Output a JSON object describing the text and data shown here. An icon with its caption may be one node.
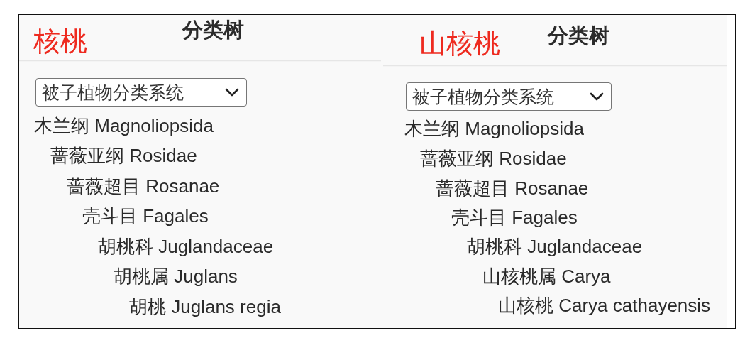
{
  "diagram": {
    "labels": [
      "核桃",
      "分类树",
      "被子植物分类系统",
      "木兰纲 Magnoliopsida",
      "蔷薇亚纲 Rosidae",
      "蔷薇超目 Rosanae",
      "壳斗目 Fagales",
      "胡桃科 Juglandaceae",
      "胡桃属 Juglans",
      "胡桃 Juglans regia",
      "山核桃",
      "分类树",
      "被子植物分类系统",
      "木兰纲 Magnoliopsida",
      "蔷薇亚纲 Rosidae",
      "蔷薇超目 Rosanae",
      "壳斗目 Fagales",
      "胡桃科 Juglandaceae",
      "山核桃属 Carya",
      "山核桃 Carya cathayensis"
    ]
  }
}
